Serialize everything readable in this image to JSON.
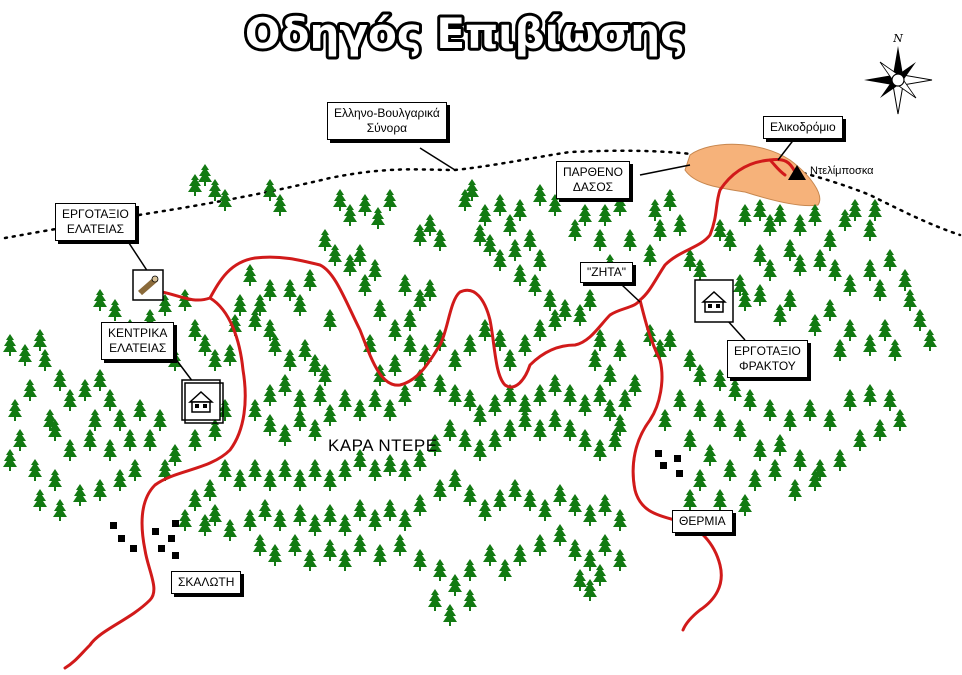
{
  "title": "Οδηγός Επιβίωσης",
  "compass_letter": "N",
  "labels": {
    "border": "Ελληνο-Βουλγαρικά Σύνορα",
    "border_line1": "Ελληνο-Βουλγαρικά",
    "border_line2": "Σύνορα",
    "ergotaxio_elateias_1": "ΕΡΓΟΤΑΞΙΟ",
    "ergotaxio_elateias_2": "ΕΛΑΤΕΙΑΣ",
    "kentrika_1": "ΚΕΝΤΡΙΚΑ",
    "kentrika_2": "ΕΛΑΤΕΙΑΣ",
    "parthenο_1": "ΠΑΡΘΕΝΟ",
    "partheno_2": "ΔΑΣΟΣ",
    "heliport": "Ελικοδρόμιο",
    "delimposka": "Ντελίμποσκα",
    "zita": "\"ΖΗΤΑ\"",
    "fraktou_1": "ΕΡΓΟΤΑΞΙΟ",
    "fraktou_2": "ΦΡΑΚΤΟΥ",
    "kara_ntere": "ΚΑΡΑ ΝΤΕΡΕ",
    "thermia": "ΘΕΡΜΙΑ",
    "skalwti": "ΣΚΑΛΩΤΗ"
  },
  "colors": {
    "road": "#d11a1a",
    "tree": "#137a13",
    "forest_area": "#f6b27a",
    "border_line": "#000000"
  }
}
